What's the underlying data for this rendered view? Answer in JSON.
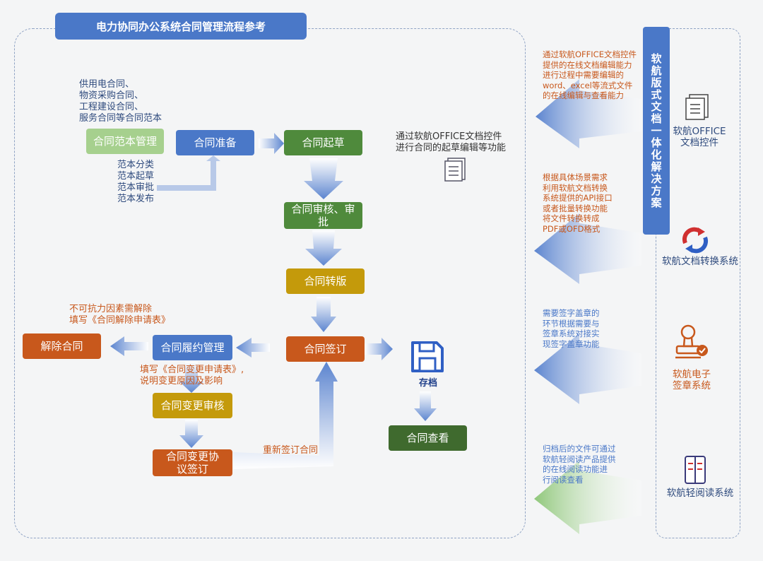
{
  "title": "电力协同办公系统合同管理流程参考",
  "template_scope": "供用电合同、\n物资采购合同、\n工程建设合同、\n服务合同等合同范本",
  "template_steps": "范本分类\n范本起草\n范本审批\n范本发布",
  "nodes": {
    "template_mgmt": "合同范本管理",
    "prep": "合同准备",
    "draft": "合同起草",
    "review": "合同审核、审批",
    "convert": "合同转版",
    "sign": "合同签订",
    "archive": "存档",
    "view": "合同查看",
    "perform": "合同履约管理",
    "terminate": "解除合同",
    "change_review": "合同变更审核",
    "change_sign": "合同变更协议签订"
  },
  "notes": {
    "draft_note": "通过软航OFFICE文档控件\n进行合同的起草编辑等功能",
    "force_majeure": "不可抗力因素需解除\n填写《合同解除申请表》",
    "change_note": "填写《合同变更申请表》,\n说明变更原因及影响",
    "resign": "重新签订合同"
  },
  "right_panel": {
    "vertical_title": "软航版式文档一体化解决方案",
    "desc_office": "通过软航OFFICE文档控件\n提供的在线文档编辑能力\n进行过程中需要编辑的\nword、excel等流式文件\n的在线编辑与查看能力",
    "desc_convert": "根据具体场景需求\n利用软航文档转换\n系统提供的API接口\n或者批量转换功能\n将文件转换转成\nPDF或OFD格式",
    "desc_seal": "需要签字盖章的\n环节根据需要与\n签章系统对接实\n现签字盖章功能",
    "desc_reader": "归档后的文件可通过\n软航轻阅读产品提供\n的在线阅读功能进\n行阅读查看",
    "label_office": "软航OFFICE\n文档控件",
    "label_convert": "软航文档转换系统",
    "label_seal": "软航电子\n签章系统",
    "label_reader": "软航轻阅读系统"
  },
  "colors": {
    "blue": "#4a78c8",
    "green_light": "#a6d08e",
    "green_dark": "#4f8a3c",
    "gold": "#c49a0b",
    "orange": "#c8581c",
    "dark_green": "#3f6a2e",
    "arrow_blue": "#5b84cf",
    "arrow_green": "#8fc77a"
  },
  "icons": [
    "document-icon",
    "convert-icon",
    "seal-icon",
    "book-icon",
    "save-icon"
  ]
}
